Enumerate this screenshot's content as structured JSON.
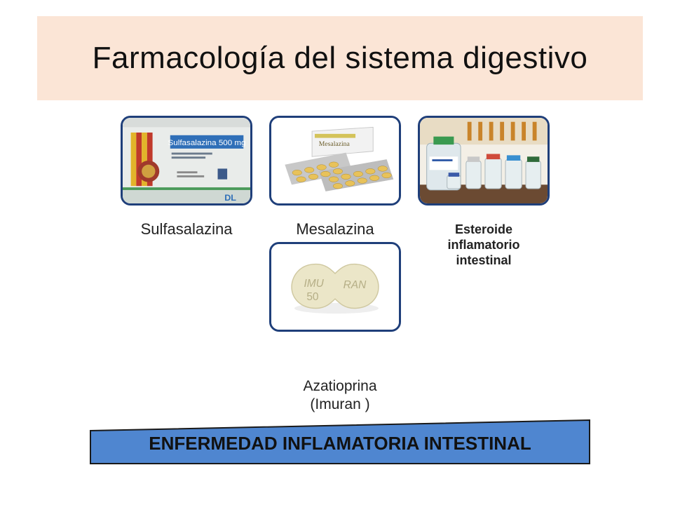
{
  "title": "Farmacología del sistema digestivo",
  "drugs": [
    {
      "name": "Sulfasalazina",
      "box_text": "Sulfasalazina 500 mg",
      "box_logo": "DL"
    },
    {
      "name": "Mesalazina",
      "box_text": "Mesalazina"
    },
    {
      "name": "Esteroide inflamatorio intestinal"
    },
    {
      "name_line1": "Azatioprina",
      "name_line2": "(Imuran )",
      "tablet_left": "IMU",
      "tablet_left_num": "50",
      "tablet_right": "RAN"
    }
  ],
  "banner": "ENFERMEDAD INFLAMATORIA INTESTINAL",
  "colors": {
    "title_bg": "#fbe5d6",
    "card_border": "#1f3f7a",
    "banner_fill": "#4f86d0"
  }
}
